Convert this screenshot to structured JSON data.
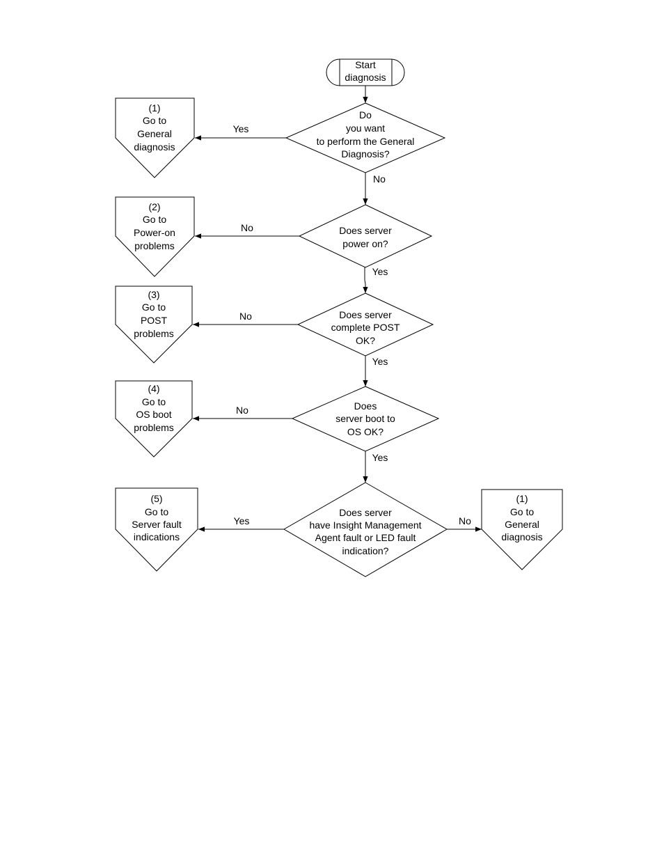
{
  "start": {
    "lines": [
      "Start",
      "diagnosis"
    ]
  },
  "decisions": [
    {
      "id": "general-diagnosis-question",
      "lines": [
        "Do",
        "you want",
        "to perform the General",
        "Diagnosis?"
      ]
    },
    {
      "id": "power-on-question",
      "lines": [
        "Does server",
        "power on?"
      ]
    },
    {
      "id": "post-question",
      "lines": [
        "Does server",
        "complete POST",
        "OK?"
      ]
    },
    {
      "id": "os-boot-question",
      "lines": [
        "Does",
        "server boot to",
        "OS OK?"
      ]
    },
    {
      "id": "fault-indication-question",
      "lines": [
        "Does server",
        "have Insight Management",
        "Agent fault or LED fault",
        "indication?"
      ]
    }
  ],
  "offpage": [
    {
      "id": "general-diagnosis-1",
      "lines": [
        "(1)",
        "Go to",
        "General",
        "diagnosis"
      ]
    },
    {
      "id": "power-on-problems",
      "lines": [
        "(2)",
        "Go to",
        "Power-on",
        "problems"
      ]
    },
    {
      "id": "post-problems",
      "lines": [
        "(3)",
        "Go to",
        "POST",
        "problems"
      ]
    },
    {
      "id": "os-boot-problems",
      "lines": [
        "(4)",
        "Go to",
        "OS boot",
        "problems"
      ]
    },
    {
      "id": "server-fault-indications",
      "lines": [
        "(5)",
        "Go to",
        "Server fault",
        "indications"
      ]
    },
    {
      "id": "general-diagnosis-2",
      "lines": [
        "(1)",
        "Go to",
        "General",
        "diagnosis"
      ]
    }
  ],
  "edge_labels": {
    "q1_yes": "Yes",
    "q1_no": "No",
    "q2_no": "No",
    "q2_yes": "Yes",
    "q3_no": "No",
    "q3_yes": "Yes",
    "q4_no": "No",
    "q4_yes": "Yes",
    "q5_yes": "Yes",
    "q5_no": "No"
  }
}
